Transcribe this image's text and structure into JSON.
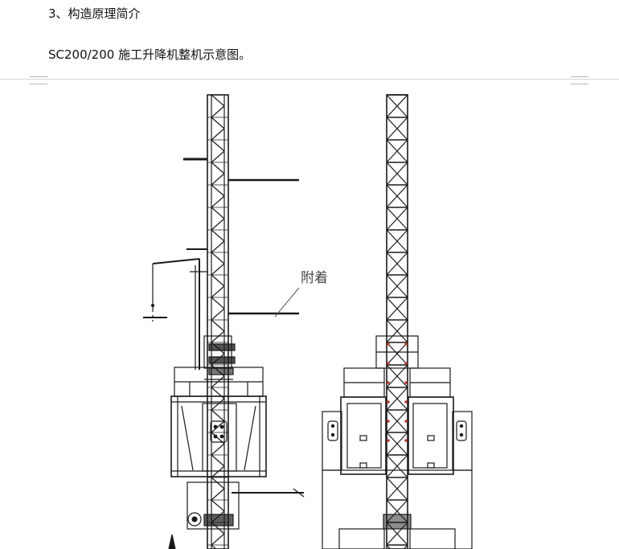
{
  "document": {
    "section_heading": "3、构造原理简介",
    "figure_caption": "SC200/200 施工升降机整机示意图。"
  },
  "figure": {
    "annotation_label": "附着",
    "line_color": "#1a1a1a",
    "accent_color": "#c0392b"
  }
}
